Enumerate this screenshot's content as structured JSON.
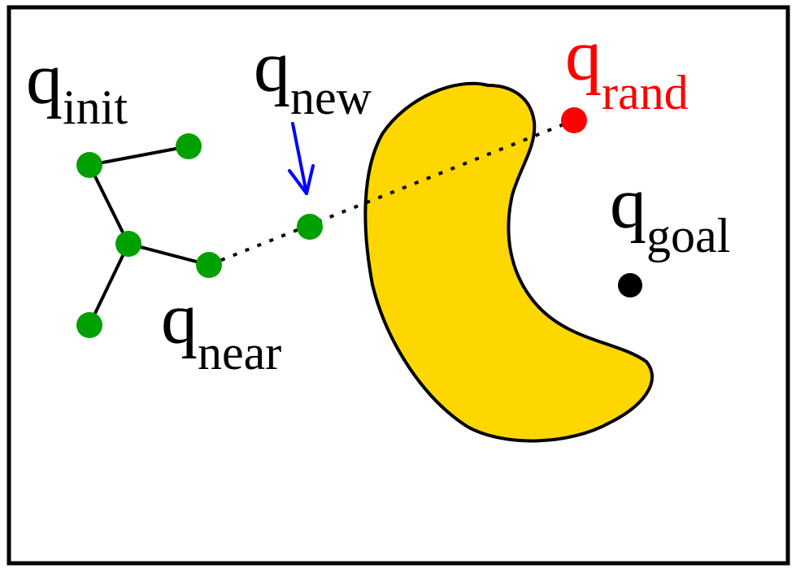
{
  "labels": {
    "init": {
      "base": "q",
      "sub": "init"
    },
    "new": {
      "base": "q",
      "sub": "new"
    },
    "rand": {
      "base": "q",
      "sub": "rand"
    },
    "goal": {
      "base": "q",
      "sub": "goal"
    },
    "near": {
      "base": "q",
      "sub": "near"
    }
  },
  "colors": {
    "frame": "#000000",
    "tree_node": "#00a000",
    "tree_edge": "#000000",
    "obstacle_fill": "#ffd700",
    "obstacle_stroke": "#000000",
    "rand_node": "#ff0000",
    "rand_text": "#ff0000",
    "goal_node": "#000000",
    "arrow": "#0000ff",
    "label_text": "#000000"
  },
  "icons": {
    "arrow": "arrow-down-icon",
    "tree_node": "circle-node",
    "obstacle": "kidney-shaped-obstacle"
  }
}
